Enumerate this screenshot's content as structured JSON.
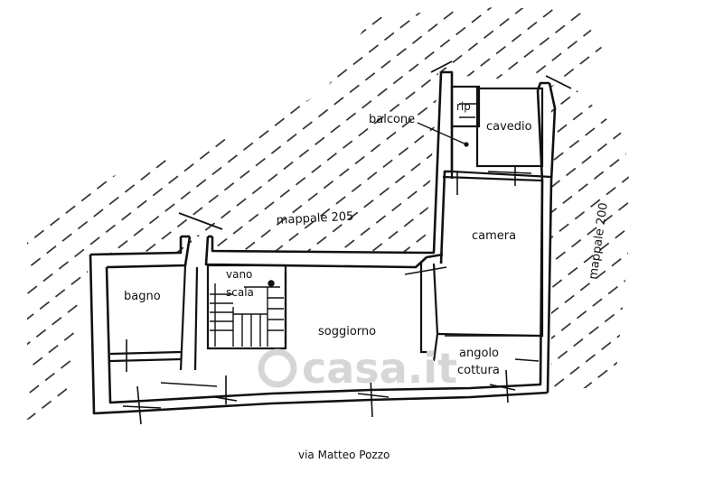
{
  "labels": {
    "rip": "rip",
    "balcone": "balcone",
    "cavedio": "cavedio",
    "mappale_205": "mappale 205",
    "mappale_200": "mappale 200",
    "camera": "camera",
    "vano": "vano",
    "scala": "scala",
    "bagno": "bagno",
    "soggiorno": "soggiorno",
    "angolo": "angolo",
    "cottura": "cottura",
    "street": "via Matteo Pozzo"
  },
  "watermark": "casa.it",
  "colors": {
    "ink": "#111111",
    "hatch": "#222222",
    "watermark": "#d6d6d6"
  }
}
